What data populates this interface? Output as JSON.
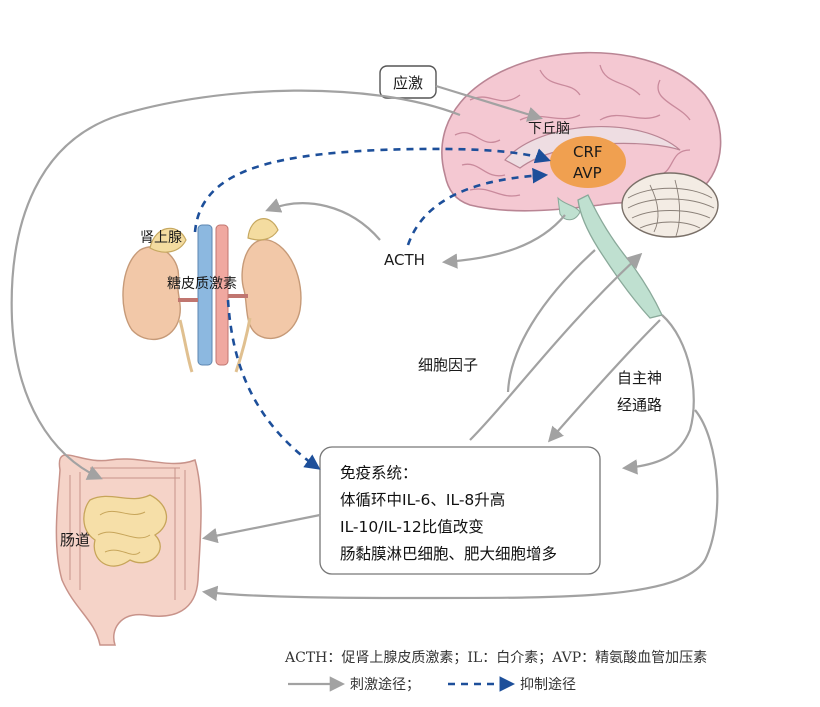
{
  "labels": {
    "stress": "应激",
    "hypothalamus": "下丘脑",
    "crf": "CRF",
    "avp": "AVP",
    "adrenal": "肾上腺",
    "glucocorticoid": "糖皮质激素",
    "acth": "ACTH",
    "cytokine": "细胞因子",
    "autonomic_line1": "自主神",
    "autonomic_line2": "经通路",
    "gut": "肠道"
  },
  "immune_box": {
    "title": "免疫系统：",
    "lines": [
      "体循环中IL-6、IL-8升高",
      "IL-10/IL-12比值改变",
      "肠黏膜淋巴细胞、肥大细胞增多"
    ]
  },
  "legend": {
    "abbreviations": "ACTH：促肾上腺皮质激素；IL：白介素；AVP：精氨酸血管加压素",
    "stimulate_label": "刺激途径；",
    "inhibit_label": "抑制途径"
  },
  "colors": {
    "stimulate_arrow": "#a2a2a2",
    "inhibit_arrow": "#1d4f9a",
    "crf_avp_fill": "#f0a050",
    "brain_fill": "#f4c8d2",
    "brainstem_fill": "#bfe0d0",
    "adrenal_fill": "#f2c8a8",
    "gut_fill": "#f5d3c8"
  }
}
